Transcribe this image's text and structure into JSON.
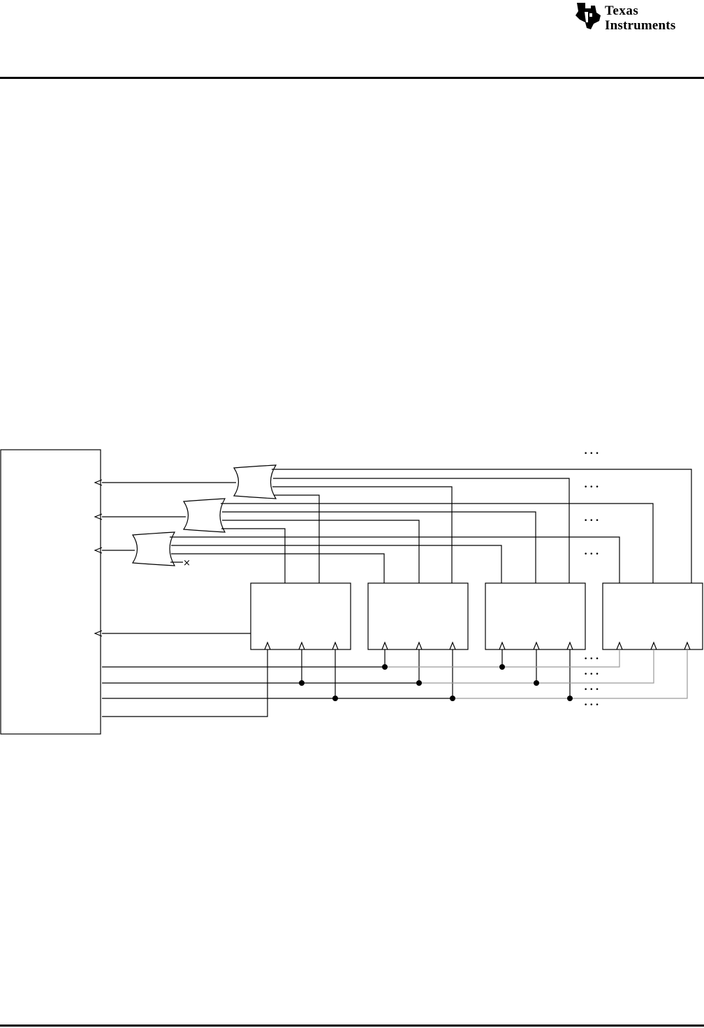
{
  "header": {
    "logo": {
      "line1": "Texas",
      "line2": "Instruments",
      "icon": "ti-state-outline-logo"
    }
  },
  "diagram": {
    "continuation_marker": "• • •",
    "unconnected_marker": "×",
    "colors": {
      "line": "#000000",
      "grey_line": "#9a9a9a",
      "background": "#ffffff"
    }
  }
}
